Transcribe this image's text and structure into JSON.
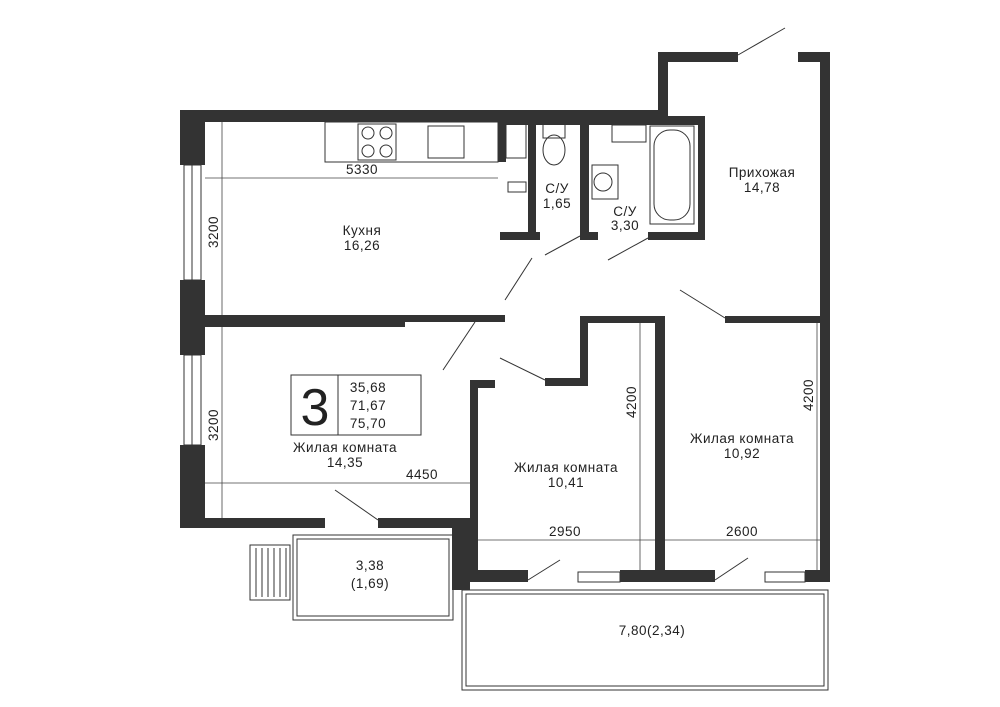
{
  "plan": {
    "rooms_count": "3",
    "areas": {
      "living": "35,68",
      "total": "71,67",
      "total_with_balcony": "75,70"
    },
    "rooms": [
      {
        "name": "Кухня",
        "area": "16,26"
      },
      {
        "name": "С/У",
        "area": "1,65"
      },
      {
        "name": "С/У",
        "area": "3,30"
      },
      {
        "name": "Прихожая",
        "area": "14,78"
      },
      {
        "name": "Жилая комната",
        "area": "14,35"
      },
      {
        "name": "Жилая комната",
        "area": "10,41"
      },
      {
        "name": "Жилая комната",
        "area": "10,92"
      },
      {
        "name": "",
        "area": "3,38",
        "sub": "(1,69)"
      },
      {
        "name": "",
        "area": "7,80(2,34)"
      }
    ],
    "dimensions": [
      "5330",
      "3200",
      "3200",
      "4450",
      "4200",
      "2950",
      "4200",
      "2600"
    ]
  }
}
